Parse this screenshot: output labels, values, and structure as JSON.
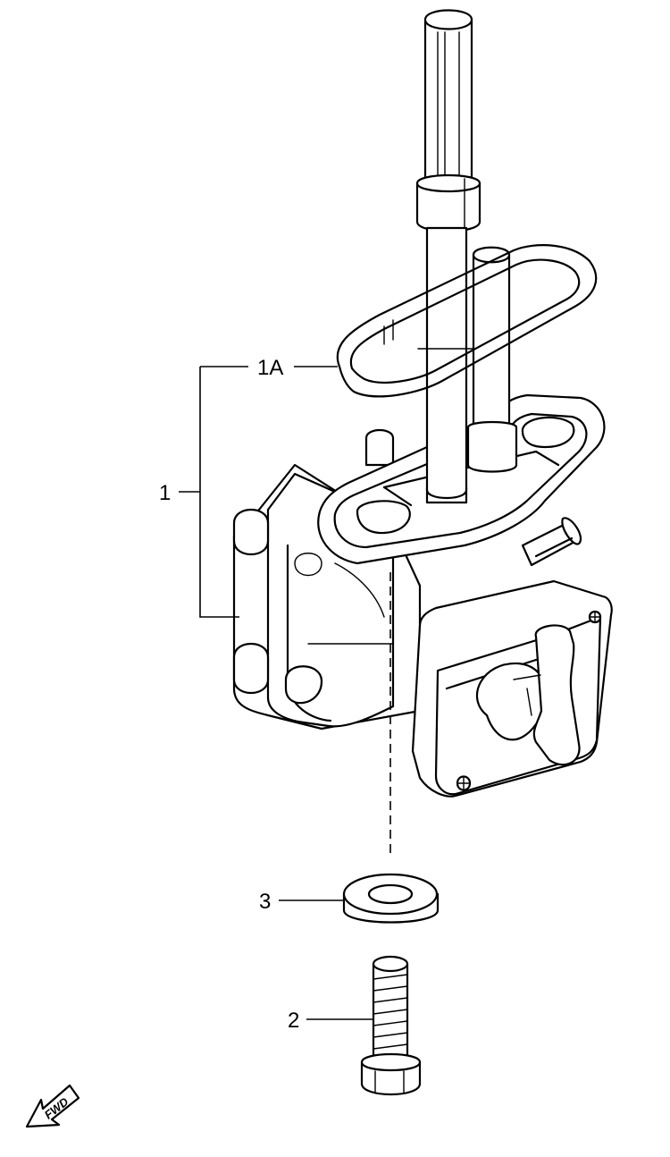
{
  "callouts": {
    "part_1": "1",
    "part_1a": "1A",
    "part_2": "2",
    "part_3": "3"
  },
  "direction_badge": "FWD"
}
